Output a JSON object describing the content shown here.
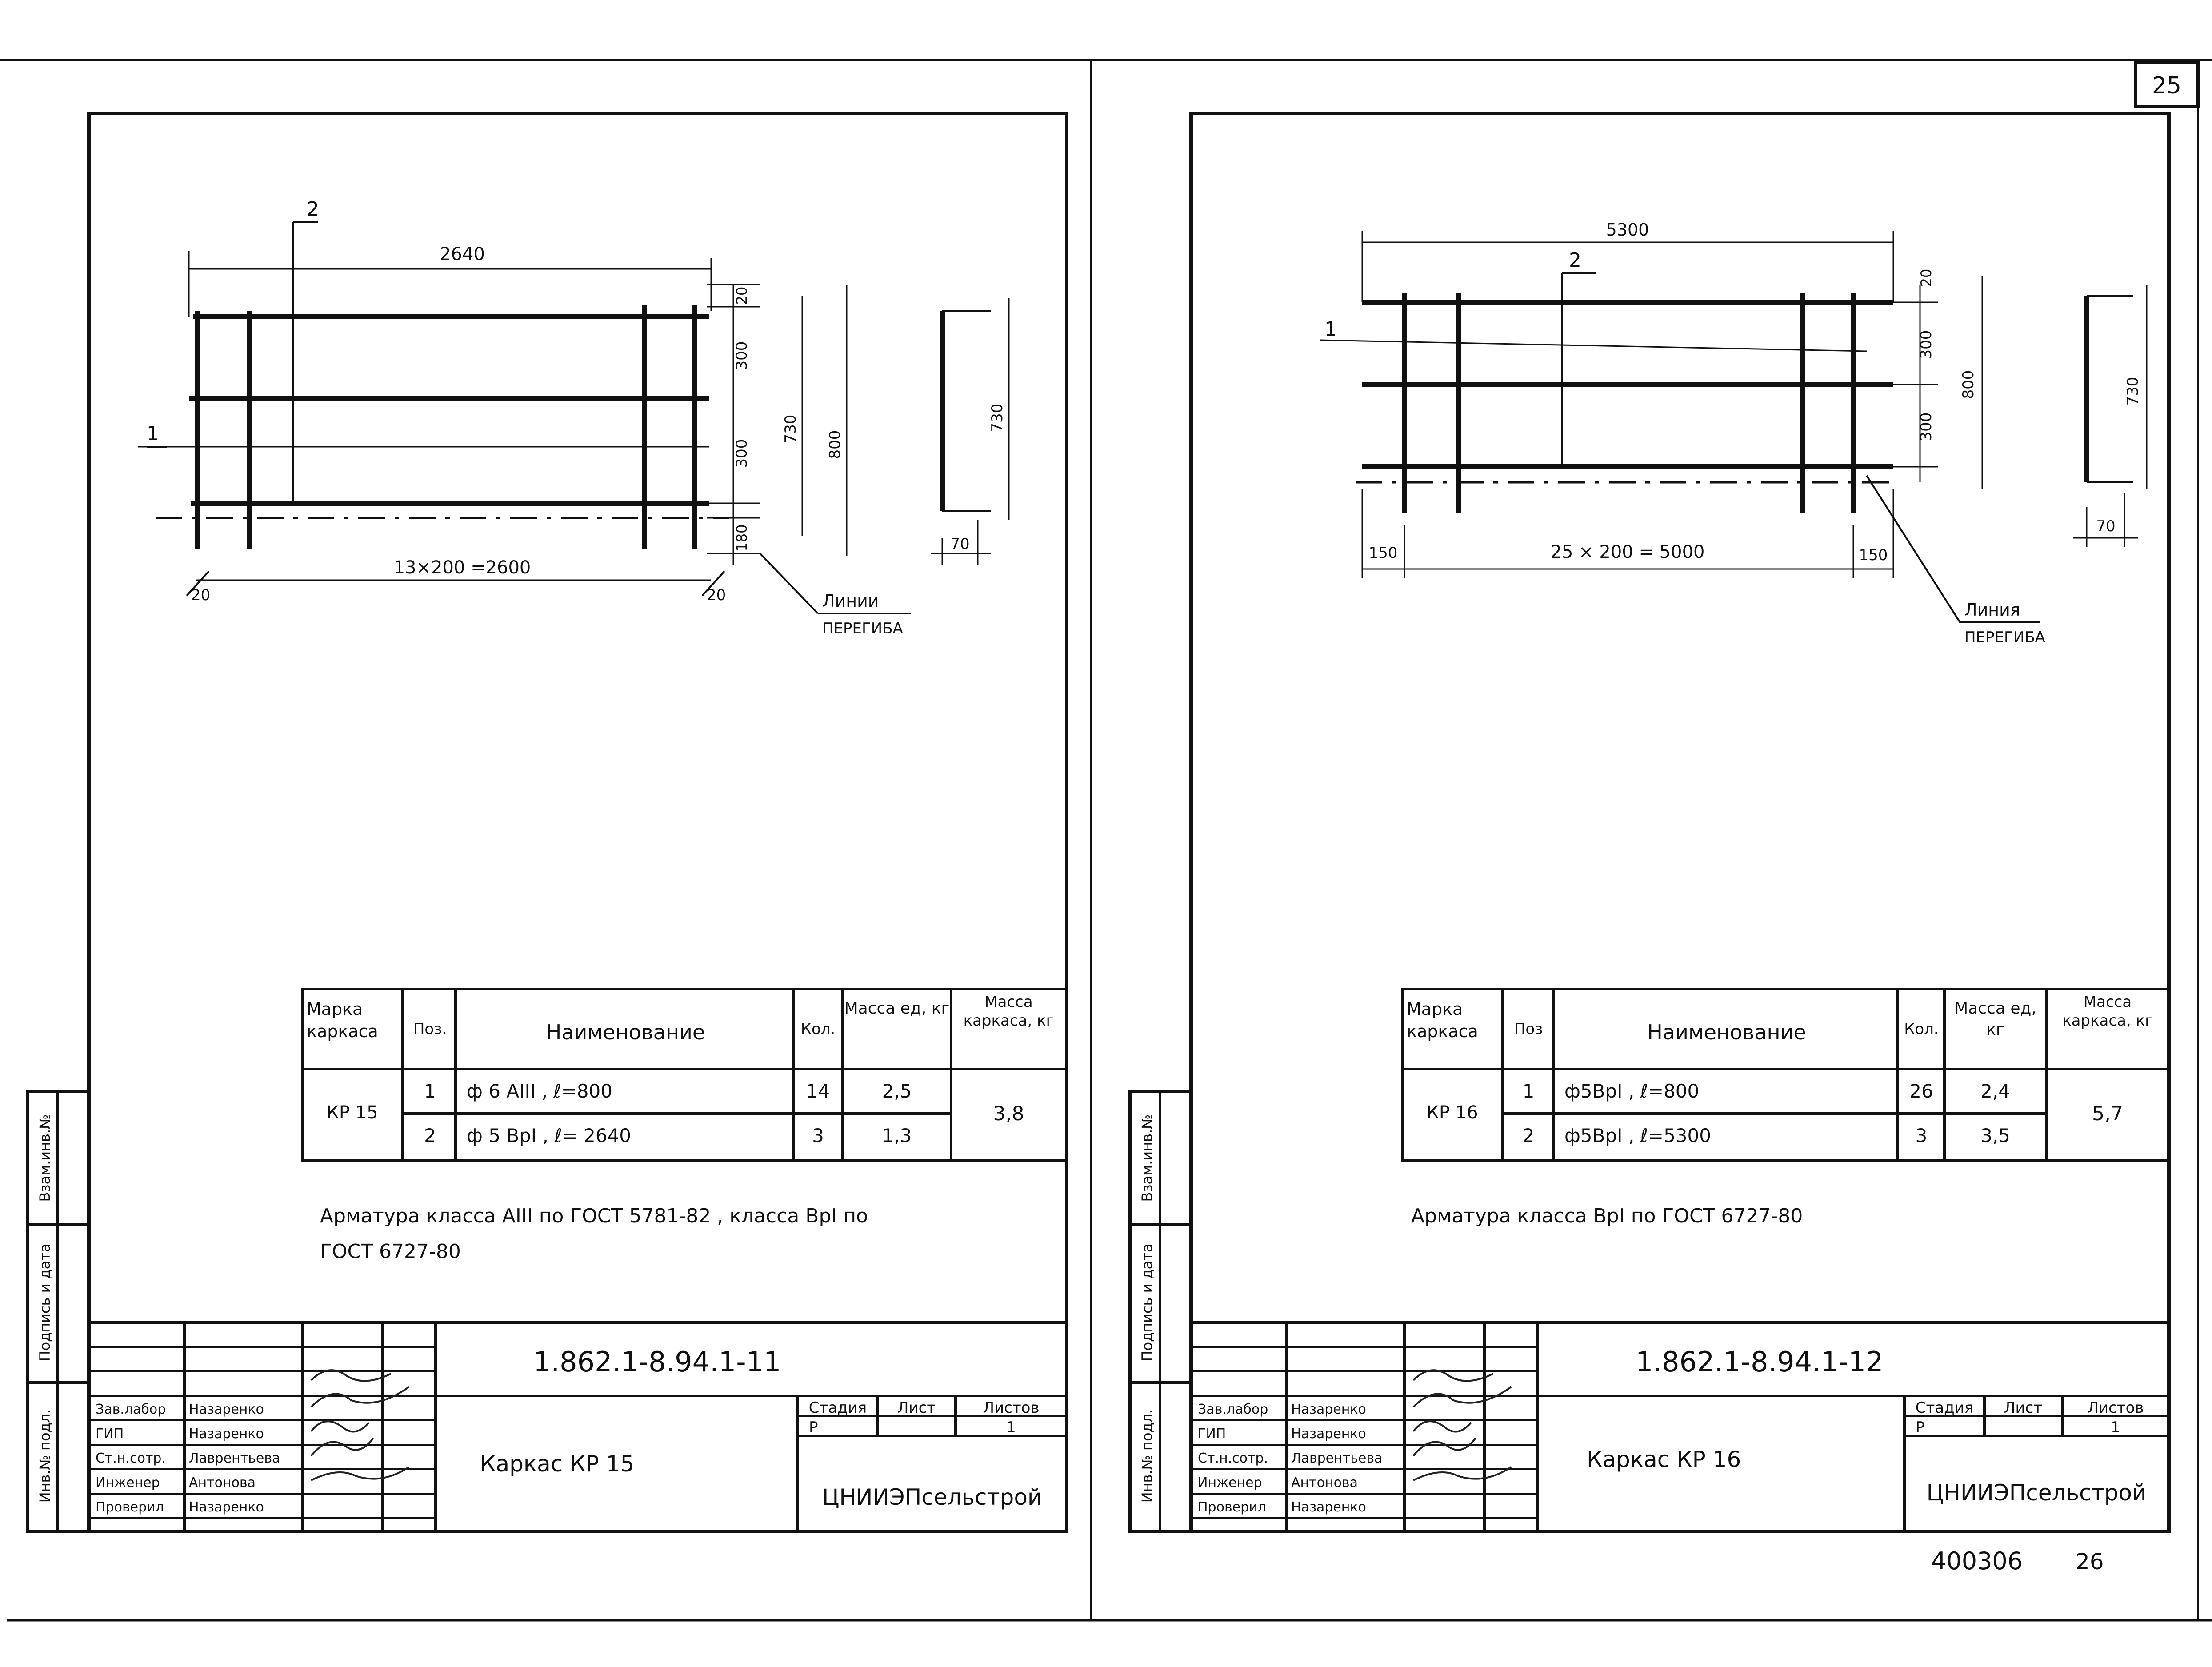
{
  "page_number": "25",
  "left": {
    "drawing": {
      "pos_label_1": "1",
      "pos_label_2": "2",
      "dim_top": "2640",
      "dim_20_top": "20",
      "dim_300_a": "300",
      "dim_300_b": "300",
      "dim_180": "180",
      "dim_730_inner": "730",
      "dim_800": "800",
      "dim_bottom": "13×200 =2600",
      "dim_20_left": "20",
      "dim_20_right": "20",
      "bend_label_1": "Линии",
      "bend_label_2": "ПЕРЕГИБА",
      "side_730": "730",
      "side_70": "70"
    },
    "table": {
      "headers": [
        "Марка каркаса",
        "Поз.",
        "Наименование",
        "Кол.",
        "Масса ед, кг",
        "Масса каркаса, кг"
      ],
      "mark": "КР 15",
      "total_mass": "3,8",
      "rows": [
        {
          "pos": "1",
          "name": "ф 6 АIII ,  ℓ=800",
          "qty": "14",
          "mass": "2,5"
        },
        {
          "pos": "2",
          "name": "ф 5 ВрI ,  ℓ= 2640",
          "qty": "3",
          "mass": "1,3"
        }
      ]
    },
    "note_line1": "Арматура класса АIII по ГОСТ 5781-82 , класса ВрI по",
    "note_line2": "ГОСТ 6727-80",
    "stamp": {
      "code": "1.862.1-8.94.1-11",
      "title": "Каркас КР 15",
      "org": "ЦНИИЭПсельстрой",
      "stage_h": "Стадия",
      "sheet_h": "Лист",
      "sheets_h": "Листов",
      "stage": "Р",
      "sheet": "",
      "sheets": "1",
      "people": [
        {
          "role": "Зав.лабор",
          "name": "Назаренко"
        },
        {
          "role": "ГИП",
          "name": "Назаренко"
        },
        {
          "role": "Ст.н.сотр.",
          "name": "Лаврентьева"
        },
        {
          "role": "Инженер",
          "name": "Антонова"
        },
        {
          "role": "Проверил",
          "name": "Назаренко"
        }
      ],
      "side_1": "Взам.инв.№",
      "side_2": "Подпись и дата",
      "side_3": "Инв.№ подл."
    }
  },
  "right": {
    "drawing": {
      "pos_label_1": "1",
      "pos_label_2": "2",
      "dim_top": "5300",
      "dim_20": "20",
      "dim_300_a": "300",
      "dim_300_b": "300",
      "dim_800": "800",
      "dim_bottom": "25 × 200 = 5000",
      "dim_150_left": "150",
      "dim_150_right": "150",
      "bend_label_1": "Линия",
      "bend_label_2": "ПЕРЕГИБА",
      "side_730": "730",
      "side_70": "70"
    },
    "table": {
      "headers": [
        "Марка каркаса",
        "Поз",
        "Наименование",
        "Кол.",
        "Масса ед, кг",
        "Масса каркаса, кг"
      ],
      "mark": "КР 16",
      "total_mass": "5,7",
      "rows": [
        {
          "pos": "1",
          "name": "ф5ВрI ,  ℓ=800",
          "qty": "26",
          "mass": "2,4"
        },
        {
          "pos": "2",
          "name": "ф5ВрI ,  ℓ=5300",
          "qty": "3",
          "mass": "3,5"
        }
      ]
    },
    "note_line1": "Арматура класса ВрI по ГОСТ 6727-80",
    "stamp": {
      "code": "1.862.1-8.94.1-12",
      "title": "Каркас КР 16",
      "org": "ЦНИИЭПсельстрой",
      "stage_h": "Стадия",
      "sheet_h": "Лист",
      "sheets_h": "Листов",
      "stage": "Р",
      "sheet": "",
      "sheets": "1",
      "people": [
        {
          "role": "Зав.лабор",
          "name": "Назаренко"
        },
        {
          "role": "ГИП",
          "name": "Назаренко"
        },
        {
          "role": "Ст.н.сотр.",
          "name": "Лаврентьева"
        },
        {
          "role": "Инженер",
          "name": "Антонова"
        },
        {
          "role": "Проверил",
          "name": "Назаренко"
        }
      ],
      "side_1": "Взам.инв.№",
      "side_2": "Подпись и дата",
      "side_3": "Инв.№ подл."
    },
    "archive_no": "400306",
    "archive_page": "26"
  }
}
